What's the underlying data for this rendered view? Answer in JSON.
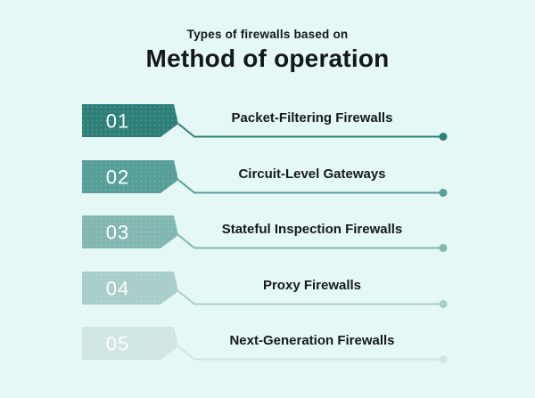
{
  "background_color": "#e5f8f6",
  "text_color": "#14181a",
  "title": {
    "eyebrow": "Types of firewalls based on",
    "main": "Method of operation"
  },
  "items": [
    {
      "number": "01",
      "label": "Packet-Filtering Firewalls",
      "color": "#2e7f7a"
    },
    {
      "number": "02",
      "label": "Circuit-Level Gateways",
      "color": "#569e98"
    },
    {
      "number": "03",
      "label": "Stateful Inspection Firewalls",
      "color": "#82b7b1"
    },
    {
      "number": "04",
      "label": "Proxy Firewalls",
      "color": "#a8cec9"
    },
    {
      "number": "05",
      "label": "Next-Generation Firewalls",
      "color": "#cfe6e2"
    }
  ]
}
